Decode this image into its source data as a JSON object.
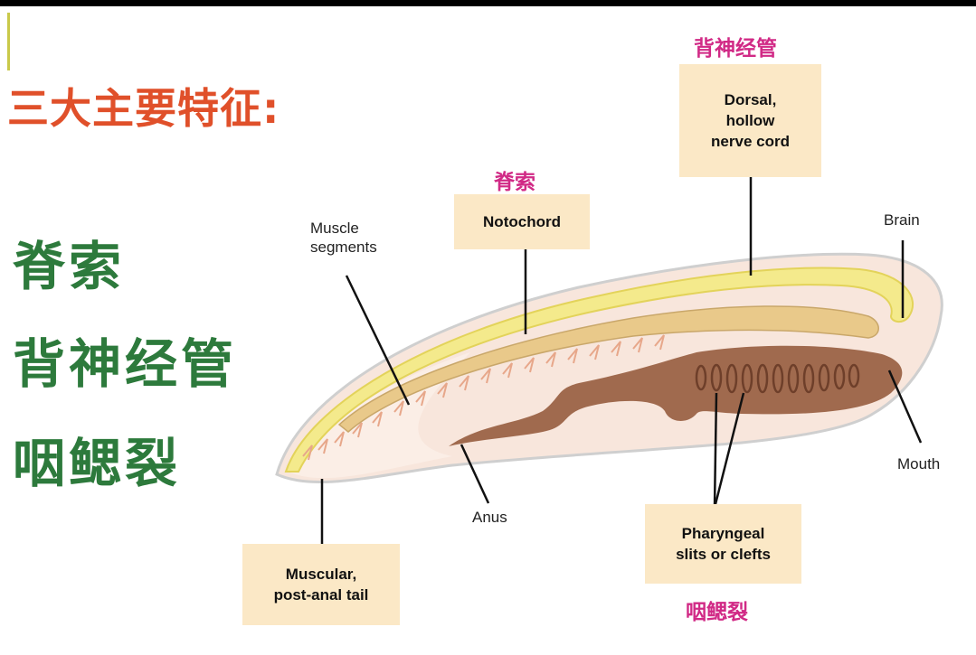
{
  "heading": "三大主要特征:",
  "features": [
    "脊索",
    "背神经管",
    "咽鳃裂"
  ],
  "boxes": {
    "nerve_cord": "Dorsal,\nhollow\nnerve cord",
    "notochord": "Notochord",
    "tail": "Muscular,\npost-anal tail",
    "pharyngeal": "Pharyngeal\nslits or clefts"
  },
  "cn_labels": {
    "nerve_cord": "背神经管",
    "notochord": "脊索",
    "pharyngeal": "咽鳃裂"
  },
  "labels": {
    "muscle": "Muscle\nsegments",
    "brain": "Brain",
    "mouth": "Mouth",
    "anus": "Anus"
  },
  "colors": {
    "heading": "#e0502a",
    "features": "#2d7a3c",
    "chinese_labels": "#d12a86",
    "label_box": "#fbe8c6",
    "nerve_cord": "#f4ea8c",
    "notochord": "#e9c98a",
    "gut": "#a06a4e"
  }
}
